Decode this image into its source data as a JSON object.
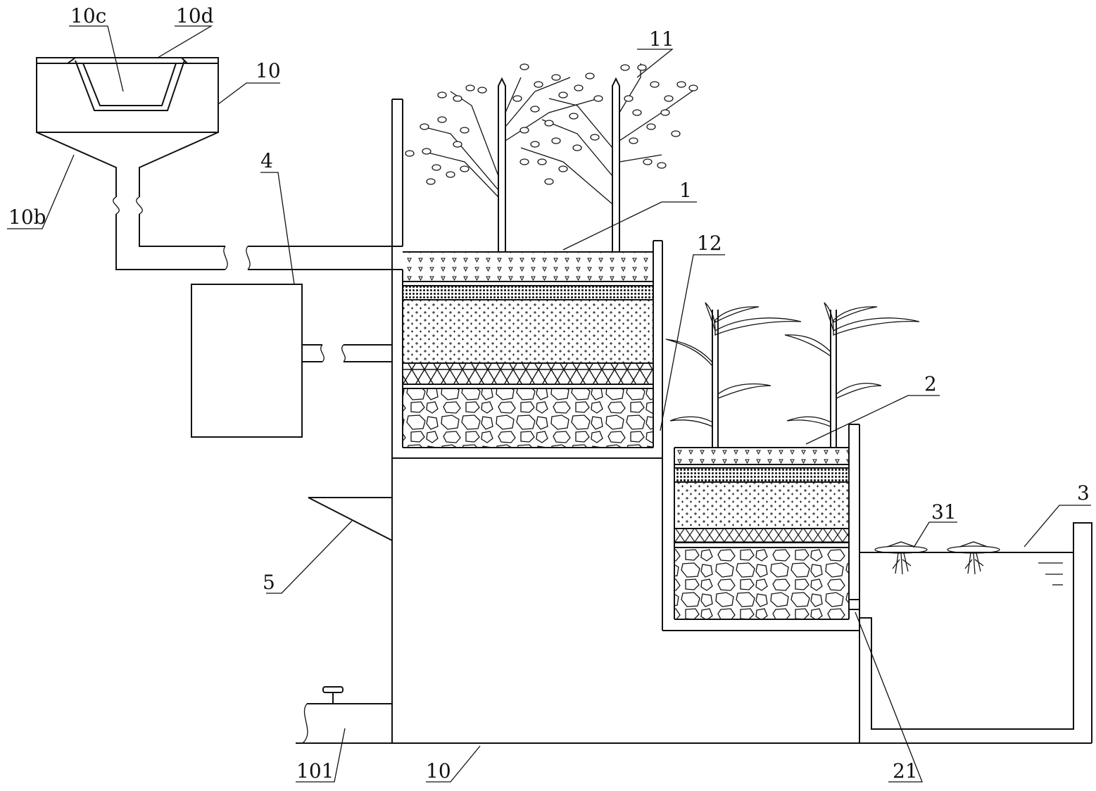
{
  "labels": {
    "l_10c": "10c",
    "l_10d": "10d",
    "l_10_top": "10",
    "l_10b": "10b",
    "l_11": "11",
    "l_4": "4",
    "l_1": "1",
    "l_12": "12",
    "l_2": "2",
    "l_3": "3",
    "l_31": "31",
    "l_5": "5",
    "l_101": "101",
    "l_10_bottom": "10",
    "l_21": "21"
  },
  "colors": {
    "ink": "#111111",
    "paper": "#ffffff"
  }
}
